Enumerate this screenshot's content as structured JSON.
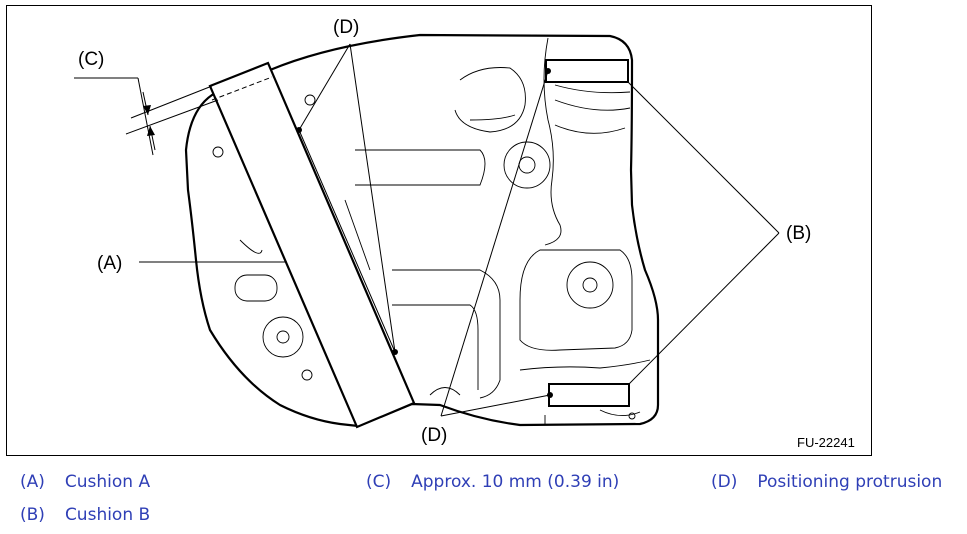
{
  "figure": {
    "id": "FU-22241",
    "callouts": {
      "a": "(A)",
      "b": "(B)",
      "c": "(C)",
      "d_top": "(D)",
      "d_bottom": "(D)"
    }
  },
  "legend": [
    {
      "key": "(A)",
      "text": "Cushion A"
    },
    {
      "key": "(B)",
      "text": "Cushion B"
    },
    {
      "key": "(C)",
      "text": "Approx. 10 mm (0.39 in)"
    },
    {
      "key": "(D)",
      "text": "Positioning protrusion"
    }
  ],
  "colors": {
    "legend_text": "#2f3fb6",
    "line": "#000000"
  }
}
